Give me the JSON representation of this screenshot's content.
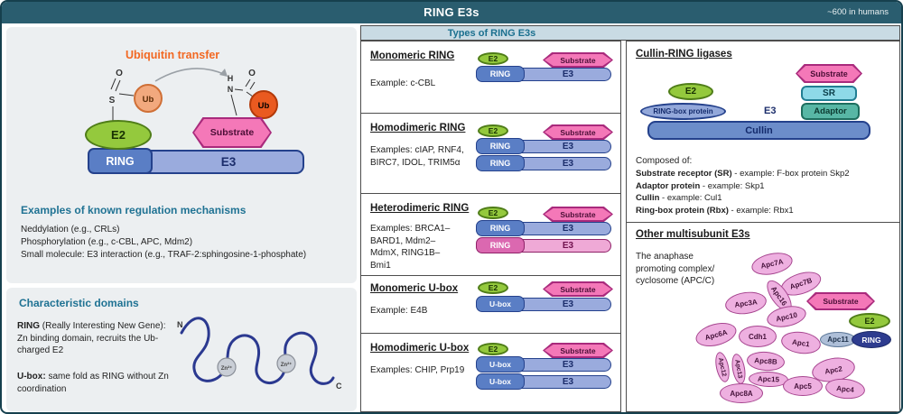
{
  "header": {
    "title": "RING E3s",
    "note": "~600 in humans"
  },
  "left": {
    "transfer": {
      "title": "Ubiquitin transfer",
      "labels": {
        "o_left": "O",
        "s": "S",
        "h": "H",
        "n": "N",
        "o_right": "O",
        "ub_left": "Ub",
        "ub_right": "Ub"
      },
      "e2": "E2",
      "substrate": "Substrate",
      "ring": "RING",
      "e3": "E3"
    },
    "regulation": {
      "title": "Examples of known regulation mechanisms",
      "items": [
        "Neddylation (e.g., CRLs)",
        "Phosphorylation (e.g., c-CBL, APC, Mdm2)",
        "Small molecule: E3 interaction (e.g., TRAF-2:sphingosine-1-phosphate)"
      ]
    },
    "domains": {
      "title": "Characteristic domains",
      "ring_def": {
        "bold": "RING",
        "rest": " (Really Interesting New Gene): Zn binding domain, recruits the Ub-charged E2"
      },
      "ubox_def": {
        "bold": "U-box:",
        "rest": " same fold as RING without Zn coordination"
      },
      "n": "N",
      "c": "C",
      "zn": "Zn²⁺"
    }
  },
  "types": {
    "header": "Types of RING E3s",
    "labels": {
      "e2": "E2",
      "substrate": "Substrate",
      "ring": "RING",
      "ubox": "U-box",
      "e3": "E3"
    },
    "sections": [
      {
        "title": "Monomeric RING",
        "example": "Example: c-CBL"
      },
      {
        "title": "Homodimeric RING",
        "example": "Examples: cIAP, RNF4, BIRC7, IDOL, TRIM5α"
      },
      {
        "title": "Heterodimeric RING",
        "example": "Examples: BRCA1–BARD1, Mdm2–MdmX, RING1B–Bmi1"
      },
      {
        "title": "Monomeric U-box",
        "example": "Example: E4B"
      },
      {
        "title": "Homodimeric U-box",
        "example": "Examples: CHIP, Prp19"
      }
    ]
  },
  "right": {
    "cullin": {
      "title": "Cullin-RING ligases",
      "labels": {
        "substrate": "Substrate",
        "sr": "SR",
        "e2": "E2",
        "ringbox": "RING-box protein",
        "e3": "E3",
        "adaptor": "Adaptor",
        "cullin": "Cullin"
      },
      "composed": "Composed of:",
      "components": [
        {
          "bold": "Substrate receptor (SR)",
          "rest": " - example: F-box protein Skp2"
        },
        {
          "bold": "Adaptor protein",
          "rest": " - example: Skp1"
        },
        {
          "bold": "Cullin",
          "rest": " - example: Cul1"
        },
        {
          "bold": "Ring-box protein (Rbx)",
          "rest": " - example: Rbx1"
        }
      ]
    },
    "multi": {
      "title": "Other multisubunit E3s",
      "desc": "The anaphase promoting complex/ cyclosome (APC/C)",
      "subunits": [
        "Apc7A",
        "Apc7B",
        "Apc16",
        "Apc3A",
        "Apc10",
        "Apc6A",
        "Cdh1",
        "Apc1",
        "Apc12",
        "Apc13",
        "Apc8B",
        "Apc15",
        "Apc2",
        "Apc5",
        "Apc4",
        "Apc8A"
      ],
      "apc11": "Apc11",
      "ring": "RING",
      "substrate": "Substrate",
      "e2": "E2"
    }
  },
  "colors": {
    "header_bg": "#2a5d6f",
    "accent_teal": "#1f7293",
    "accent_orange": "#f26822",
    "e2_green": "#94c93d",
    "substrate_pink": "#f478b8",
    "ring_blue": "#5a7ec5",
    "e3_blue": "#9aabdd",
    "apc_pink": "#eeb0e0"
  }
}
